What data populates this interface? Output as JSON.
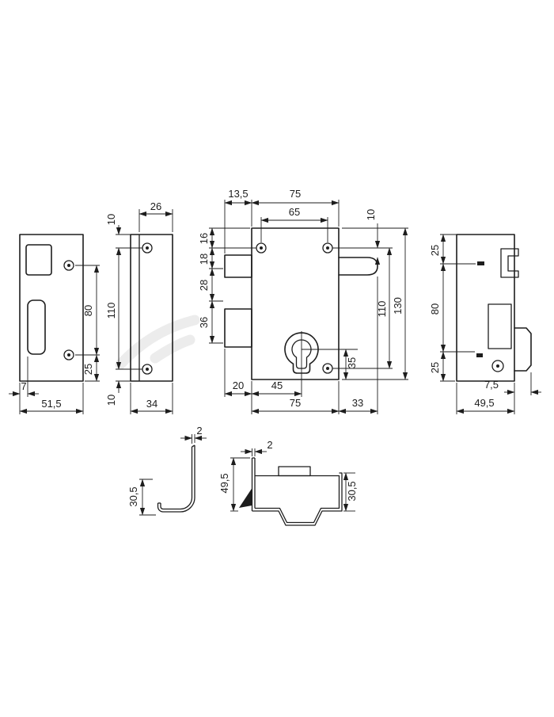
{
  "sheet": {
    "background": "#ffffff",
    "line_color": "#1d1d1d"
  },
  "drawing": {
    "type": "lock-technical-dimension-drawing",
    "dimensions": {
      "strike_front": {
        "offset_7": "7",
        "width_51_5": "51,5"
      },
      "strike_chain": {
        "gap_top_10": "10",
        "span_80": "80",
        "span_110": "110",
        "bottom_25": "25",
        "gap_bottom_10": "10"
      },
      "strike_side": {
        "width_26": "26",
        "width_34": "34"
      },
      "body_front": {
        "faceplate_13_5": "13,5",
        "width_75": "75",
        "screw_spacing_65": "65",
        "bolt_offset_10": "10",
        "seg_16": "16",
        "seg_18": "18",
        "seg_28": "28",
        "seg_36": "36",
        "screw_span_110": "110",
        "height_130": "130",
        "cylinder_35": "35",
        "bottom_20": "20",
        "bottom_45": "45",
        "width_bottom_75": "75",
        "bolt_33": "33"
      },
      "body_side": {
        "top_25": "25",
        "mid_80": "80",
        "bottom_25": "25",
        "offset_7_5": "7,5",
        "depth_49_5": "49,5"
      },
      "bracket_section": {
        "thickness_2": "2",
        "height_30_5": "30,5"
      },
      "case_section": {
        "thickness_2": "2",
        "height_49_5": "49,5",
        "depth_30_5": "30,5"
      }
    }
  }
}
